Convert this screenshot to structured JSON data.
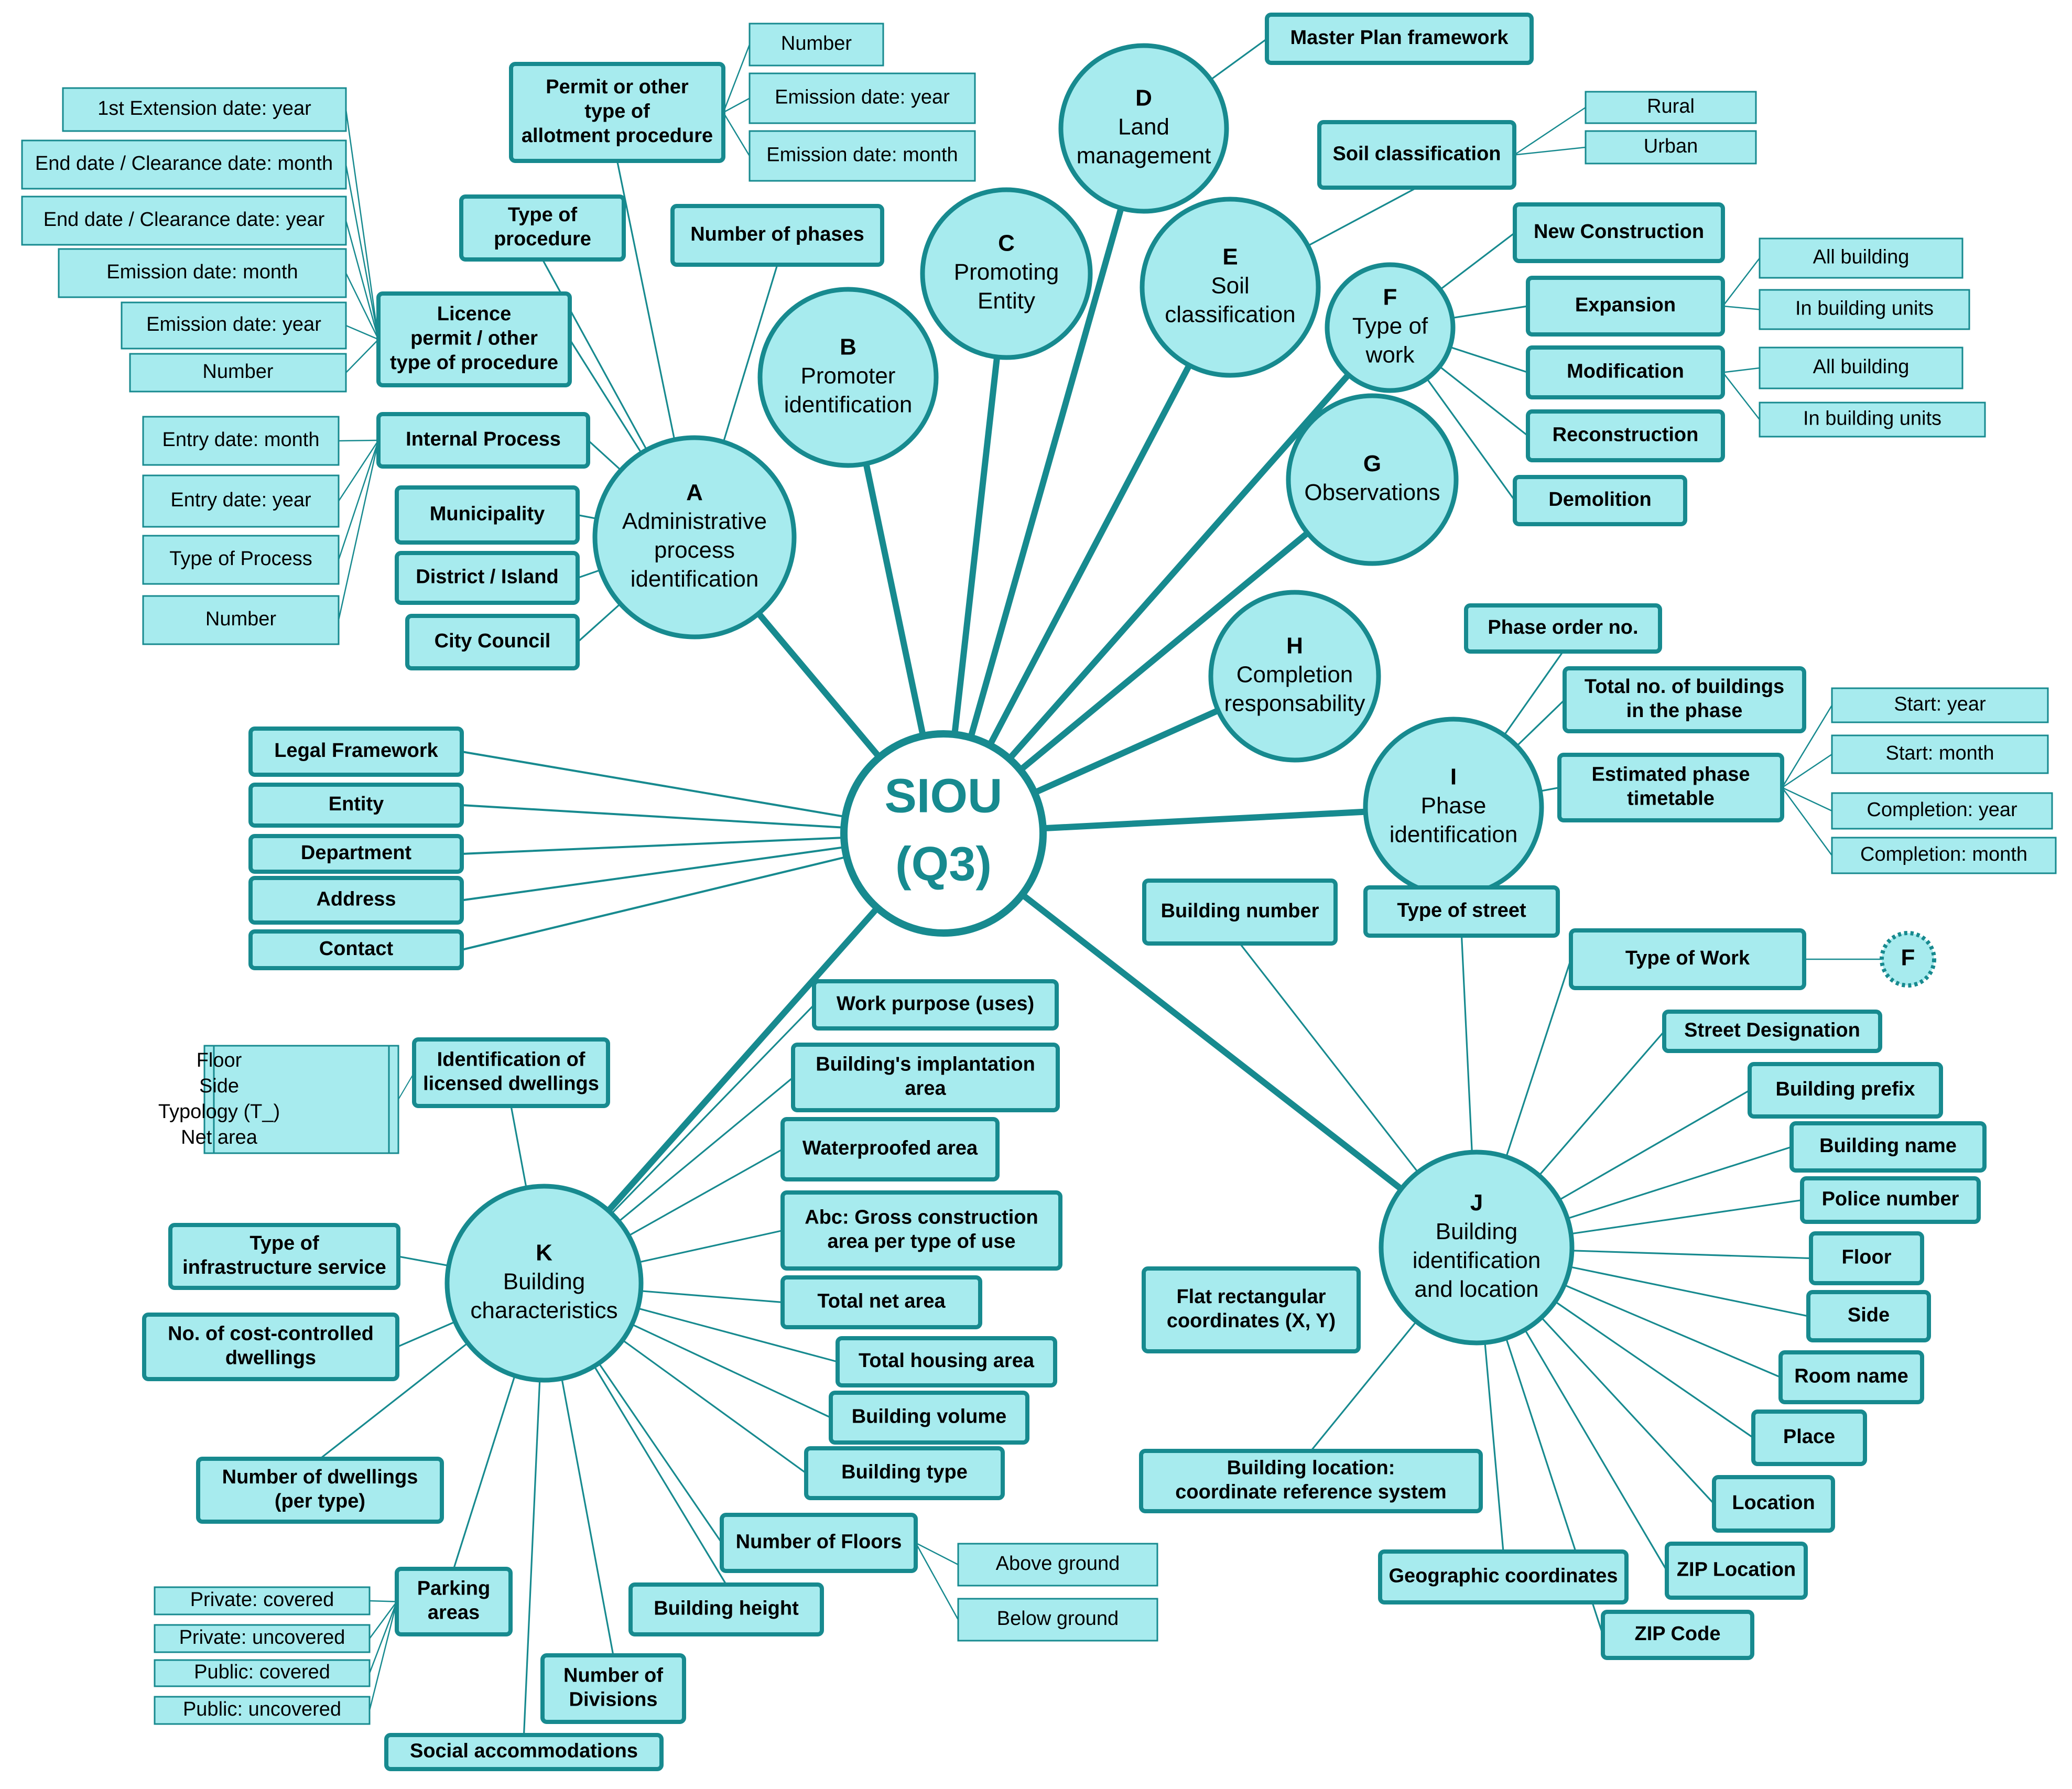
{
  "colors": {
    "fill": "#a7ebee",
    "stroke": "#178a8f",
    "hub_fill": "#ffffff",
    "hub_text": "#178a8f",
    "text": "#000000"
  },
  "hub": {
    "line1": "SIOU",
    "line2": "(Q3)"
  },
  "circles": {
    "A": {
      "letter": "A",
      "lines": [
        "Administrative",
        "process",
        "identification"
      ]
    },
    "B": {
      "letter": "B",
      "lines": [
        "Promoter",
        "identification"
      ]
    },
    "C": {
      "letter": "C",
      "lines": [
        "Promoting",
        "Entity"
      ]
    },
    "D": {
      "letter": "D",
      "lines": [
        "Land",
        "management"
      ]
    },
    "E": {
      "letter": "E",
      "lines": [
        "Soil",
        "classification"
      ]
    },
    "F": {
      "letter": "F",
      "lines": [
        "Type of",
        "work"
      ]
    },
    "G": {
      "letter": "G",
      "lines": [
        "Observations"
      ]
    },
    "H": {
      "letter": "H",
      "lines": [
        "Completion",
        "responsability"
      ]
    },
    "I": {
      "letter": "I",
      "lines": [
        "Phase",
        "identification"
      ]
    },
    "J": {
      "letter": "J",
      "lines": [
        "Building",
        "identification",
        "and location"
      ]
    },
    "K": {
      "letter": "K",
      "lines": [
        "Building",
        "characteristics"
      ]
    },
    "Fref": {
      "letter": "F",
      "lines": []
    }
  },
  "boxes": {
    "a_permit": [
      "Permit or other",
      "type of",
      "allotment procedure"
    ],
    "a_permit_number": [
      "Number"
    ],
    "a_permit_em_year": [
      "Emission date: year"
    ],
    "a_permit_em_month": [
      "Emission date: month"
    ],
    "a_type_proc": [
      "Type of",
      "procedure"
    ],
    "a_num_phases": [
      "Number of phases"
    ],
    "a_licence": [
      "Licence",
      "permit / other",
      "type of procedure"
    ],
    "a_lic_ext_year": [
      "1st Extension date: year"
    ],
    "a_lic_end_month": [
      "End date / Clearance date: month"
    ],
    "a_lic_end_year": [
      "End date / Clearance date: year"
    ],
    "a_lic_em_month": [
      "Emission date: month"
    ],
    "a_lic_em_year": [
      "Emission date: year"
    ],
    "a_lic_number": [
      "Number"
    ],
    "a_internal": [
      "Internal Process"
    ],
    "a_int_entry_month": [
      "Entry date: month"
    ],
    "a_int_entry_year": [
      "Entry date: year"
    ],
    "a_int_type": [
      "Type of Process"
    ],
    "a_int_number": [
      "Number"
    ],
    "a_municipality": [
      "Municipality"
    ],
    "a_district": [
      "District / Island"
    ],
    "a_city": [
      "City Council"
    ],
    "b_legal": [
      "Legal Framework"
    ],
    "b_entity": [
      "Entity"
    ],
    "b_department": [
      "Department"
    ],
    "b_address": [
      "Address"
    ],
    "b_contact": [
      "Contact"
    ],
    "d_master": [
      "Master Plan framework"
    ],
    "e_soil": [
      "Soil classification"
    ],
    "e_rural": [
      "Rural"
    ],
    "e_urban": [
      "Urban"
    ],
    "f_newcons": [
      "New Construction"
    ],
    "f_expansion": [
      "Expansion"
    ],
    "f_exp_all": [
      "All building"
    ],
    "f_exp_units": [
      "In building units"
    ],
    "f_modification": [
      "Modification"
    ],
    "f_mod_all": [
      "All building"
    ],
    "f_mod_units": [
      "In building units"
    ],
    "f_reconstruction": [
      "Reconstruction"
    ],
    "f_demolition": [
      "Demolition"
    ],
    "i_order": [
      "Phase order no."
    ],
    "i_total": [
      "Total no. of buildings",
      "in the phase"
    ],
    "i_estimated": [
      "Estimated phase",
      "timetable"
    ],
    "i_start_year": [
      "Start: year"
    ],
    "i_start_month": [
      "Start: month"
    ],
    "i_comp_year": [
      "Completion: year"
    ],
    "i_comp_month": [
      "Completion: month"
    ],
    "j_bnumber": [
      "Building number"
    ],
    "j_typestreet": [
      "Type of street"
    ],
    "j_typework": [
      "Type of Work"
    ],
    "j_street": [
      "Street Designation"
    ],
    "j_prefix": [
      "Building prefix"
    ],
    "j_name": [
      "Building name"
    ],
    "j_police": [
      "Police number"
    ],
    "j_floor": [
      "Floor"
    ],
    "j_side": [
      "Side"
    ],
    "j_room": [
      "Room name"
    ],
    "j_place": [
      "Place"
    ],
    "j_location": [
      "Location"
    ],
    "j_zip_loc": [
      "ZIP Location"
    ],
    "j_zip_code": [
      "ZIP Code"
    ],
    "j_geo": [
      "Geographic coordinates"
    ],
    "j_crs": [
      "Building location:",
      "coordinate reference system"
    ],
    "j_flat": [
      "Flat rectangular",
      "coordinates (X, Y)"
    ],
    "k_licensed": [
      "Identification of",
      "licensed dwellings"
    ],
    "k_list": [
      "Floor",
      "Side",
      "Typology (T_)",
      "Net area"
    ],
    "k_infra": [
      "Type of",
      "infrastructure service"
    ],
    "k_costctrl": [
      "No. of cost-controlled",
      "dwellings"
    ],
    "k_numdwell": [
      "Number of dwellings",
      "(per type)"
    ],
    "k_parking": [
      "Parking",
      "areas"
    ],
    "k_priv_cov": [
      "Private: covered"
    ],
    "k_priv_uncov": [
      "Private: uncovered"
    ],
    "k_pub_cov": [
      "Public: covered"
    ],
    "k_pub_uncov": [
      "Public: uncovered"
    ],
    "k_social": [
      "Social accommodations"
    ],
    "k_divisions": [
      "Number of",
      "Divisions"
    ],
    "k_height": [
      "Building height"
    ],
    "k_floors": [
      "Number of Floors"
    ],
    "k_above": [
      "Above ground"
    ],
    "k_below": [
      "Below ground"
    ],
    "k_type": [
      "Building type"
    ],
    "k_volume": [
      "Building volume"
    ],
    "k_housing": [
      "Total housing area"
    ],
    "k_netarea": [
      "Total net area"
    ],
    "k_abc": [
      "Abc: Gross construction",
      "area per type of use"
    ],
    "k_waterproof": [
      "Waterproofed area"
    ],
    "k_implant": [
      "Building's implantation",
      "area"
    ],
    "k_purpose": [
      "Work purpose (uses)"
    ]
  }
}
